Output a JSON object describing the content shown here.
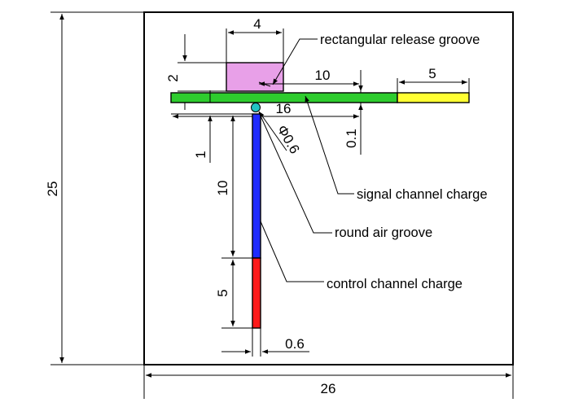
{
  "dimensions": {
    "total_width": "26",
    "total_height": "25",
    "groove_width": "4",
    "groove_height": "2",
    "signal_length": "10",
    "signal_extension": "5",
    "slot_length": "16",
    "slot_gap": "0.1",
    "offset": "1",
    "control_length": "10",
    "control_lower": "5",
    "control_width": "0.6",
    "air_groove_diameter": "Φ0.6"
  },
  "callouts": {
    "release_groove": "rectangular release groove",
    "signal_charge": "signal channel charge",
    "air_groove": "round air groove",
    "control_charge": "control channel charge"
  },
  "colors": {
    "release_groove": "#e8a0e8",
    "signal_charge": "#2ecc2e",
    "signal_extension": "#ffff33",
    "control_upper": "#1f2bff",
    "control_lower": "#ff1a1a",
    "air_groove": "#22c3c3"
  }
}
